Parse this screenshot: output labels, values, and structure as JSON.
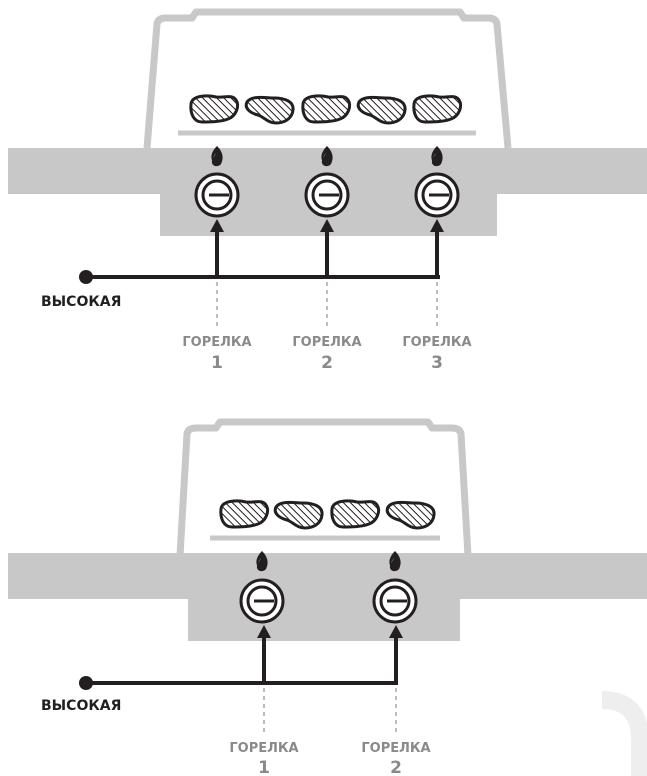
{
  "diagrams": [
    {
      "setting_label": "ВЫСОКАЯ",
      "burners": [
        {
          "word": "ГОРЕЛКА",
          "number": "1"
        },
        {
          "word": "ГОРЕЛКА",
          "number": "2"
        },
        {
          "word": "ГОРЕЛКА",
          "number": "3"
        }
      ],
      "steak_count": 5
    },
    {
      "setting_label": "ВЫСОКАЯ",
      "burners": [
        {
          "word": "ГОРЕЛКА",
          "number": "1"
        },
        {
          "word": "ГОРЕЛКА",
          "number": "2"
        }
      ],
      "steak_count": 4
    }
  ],
  "colors": {
    "body": "#c8c8c8",
    "outline": "#c8c8c8",
    "line": "#231f20",
    "label_gray": "#8a8a8a",
    "dashed": "#bdbdbd"
  },
  "icons": [
    "steak-icon",
    "flame-icon",
    "knob-icon",
    "arrow-up-icon"
  ]
}
